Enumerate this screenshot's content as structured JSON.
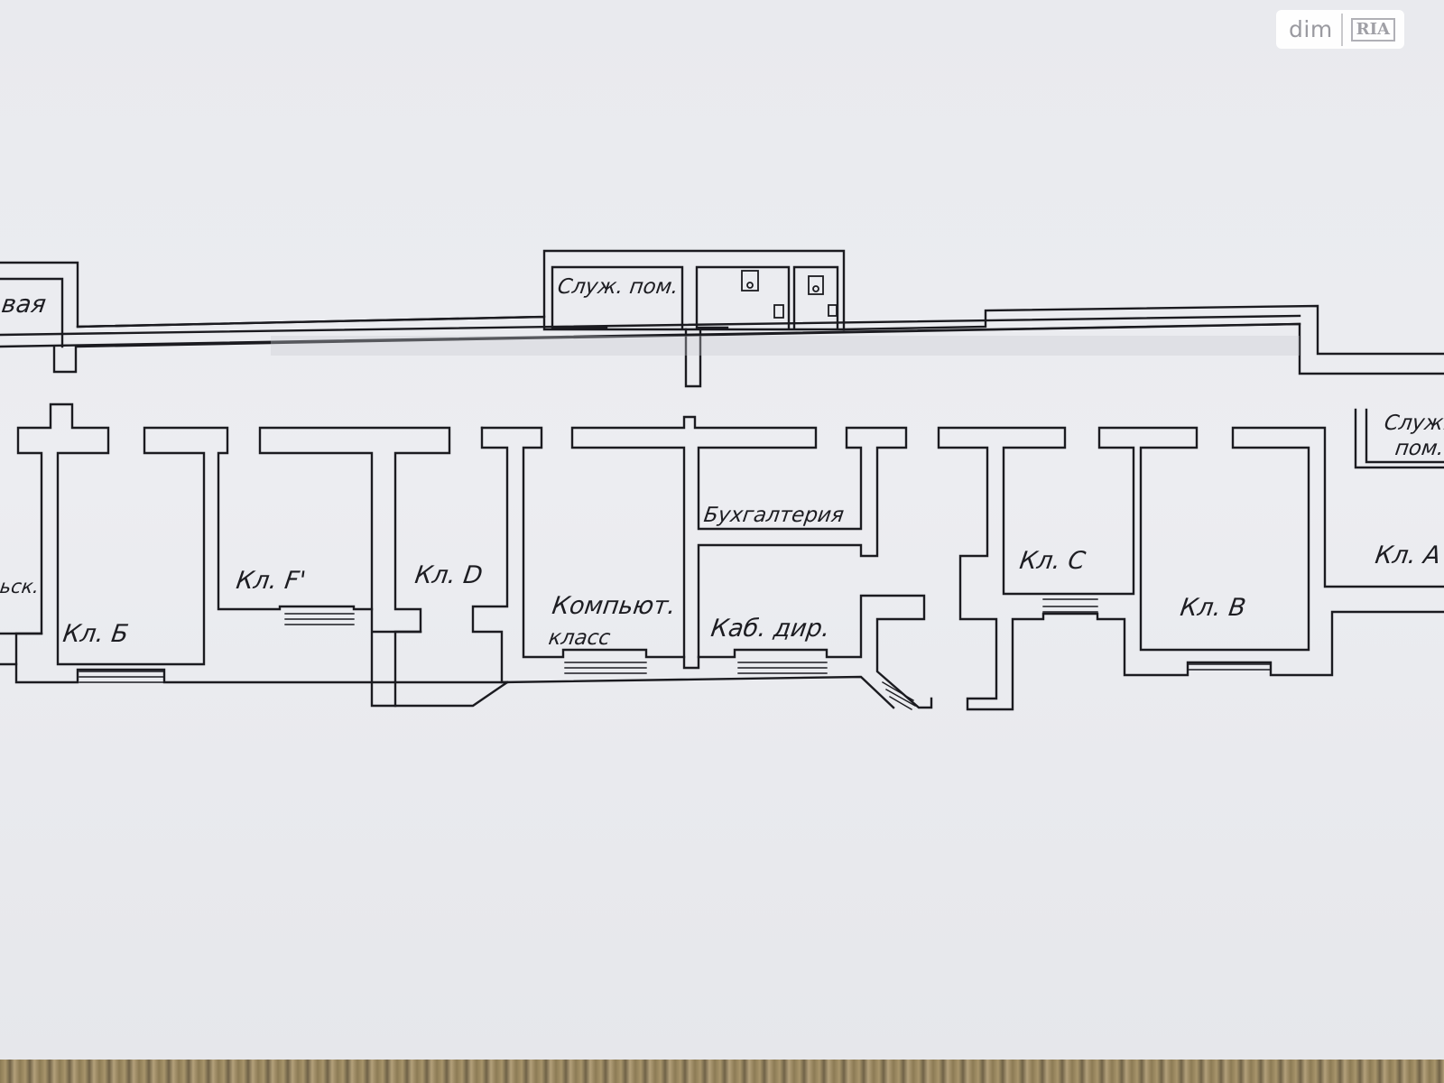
{
  "watermark": {
    "brand": "dim",
    "logo": "RIA"
  },
  "rooms": {
    "vaya": "вая",
    "sluzh_pom_top": "Служ. пом.",
    "sluzh_pom_right_1": "Служ.",
    "sluzh_pom_right_2": "пом.",
    "ysk": "ьск.",
    "kl_b_left": "Кл. Б",
    "kl_f": "Кл. F'",
    "kl_d": "Кл. D",
    "komputer_1": "Компьют.",
    "komputer_2": "класс",
    "buhgalteria": "Бухгалтерия",
    "kab_dir": "Каб. дир.",
    "kl_c": "Кл. С",
    "kl_b_right": "Кл. В",
    "kl_a": "Кл. А"
  }
}
